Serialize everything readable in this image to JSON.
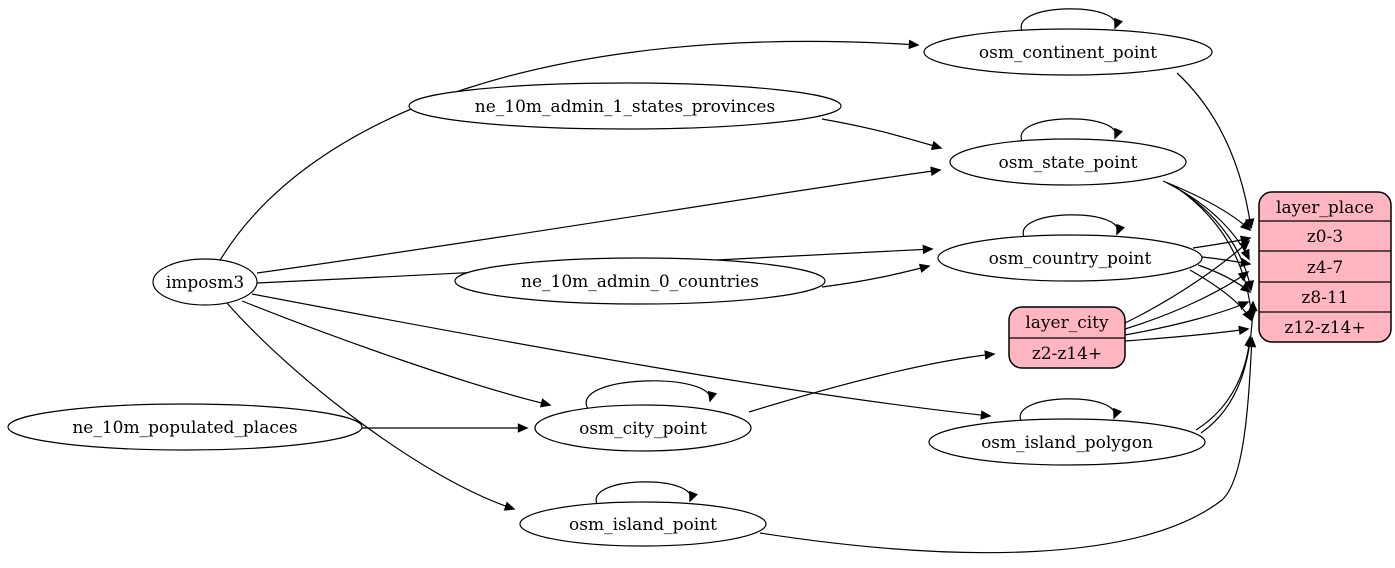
{
  "diagram": {
    "type": "etl-graph",
    "colors": {
      "record_fill": "#ffb6c1",
      "node_fill": "#ffffff",
      "stroke": "#000000"
    },
    "nodes": {
      "imposm3": {
        "label": "imposm3"
      },
      "ne_10m_admin_1_states_provinces": {
        "label": "ne_10m_admin_1_states_provinces"
      },
      "ne_10m_admin_0_countries": {
        "label": "ne_10m_admin_0_countries"
      },
      "ne_10m_populated_places": {
        "label": "ne_10m_populated_places"
      },
      "osm_continent_point": {
        "label": "osm_continent_point"
      },
      "osm_state_point": {
        "label": "osm_state_point"
      },
      "osm_country_point": {
        "label": "osm_country_point"
      },
      "osm_city_point": {
        "label": "osm_city_point"
      },
      "osm_island_polygon": {
        "label": "osm_island_polygon"
      },
      "osm_island_point": {
        "label": "osm_island_point"
      }
    },
    "records": {
      "layer_city": {
        "title": "layer_city",
        "rows": [
          "z2-z14+"
        ]
      },
      "layer_place": {
        "title": "layer_place",
        "rows": [
          "z0-3",
          "z4-7",
          "z8-11",
          "z12-z14+"
        ]
      }
    },
    "edges": [
      {
        "from": "imposm3",
        "to": "osm_continent_point"
      },
      {
        "from": "imposm3",
        "to": "osm_state_point"
      },
      {
        "from": "imposm3",
        "to": "osm_country_point"
      },
      {
        "from": "imposm3",
        "to": "osm_city_point"
      },
      {
        "from": "imposm3",
        "to": "osm_island_polygon"
      },
      {
        "from": "imposm3",
        "to": "osm_island_point"
      },
      {
        "from": "ne_10m_admin_1_states_provinces",
        "to": "osm_state_point"
      },
      {
        "from": "ne_10m_admin_0_countries",
        "to": "osm_country_point"
      },
      {
        "from": "ne_10m_populated_places",
        "to": "osm_city_point"
      },
      {
        "from": "osm_continent_point",
        "to": "osm_continent_point"
      },
      {
        "from": "osm_state_point",
        "to": "osm_state_point"
      },
      {
        "from": "osm_country_point",
        "to": "osm_country_point"
      },
      {
        "from": "osm_city_point",
        "to": "osm_city_point"
      },
      {
        "from": "osm_island_polygon",
        "to": "osm_island_polygon"
      },
      {
        "from": "osm_island_point",
        "to": "osm_island_point"
      },
      {
        "from": "osm_continent_point",
        "to": "layer_place",
        "port": "z0-3"
      },
      {
        "from": "osm_state_point",
        "to": "layer_place",
        "port": "z0-3"
      },
      {
        "from": "osm_state_point",
        "to": "layer_place",
        "port": "z4-7"
      },
      {
        "from": "osm_state_point",
        "to": "layer_place",
        "port": "z8-11"
      },
      {
        "from": "osm_state_point",
        "to": "layer_place",
        "port": "z12-z14+"
      },
      {
        "from": "osm_country_point",
        "to": "layer_place",
        "port": "z0-3"
      },
      {
        "from": "osm_country_point",
        "to": "layer_place",
        "port": "z4-7"
      },
      {
        "from": "osm_country_point",
        "to": "layer_place",
        "port": "z8-11"
      },
      {
        "from": "osm_country_point",
        "to": "layer_place",
        "port": "z12-z14+"
      },
      {
        "from": "osm_city_point",
        "to": "layer_city",
        "port": "z2-z14+"
      },
      {
        "from": "layer_city",
        "to": "layer_place",
        "port": "z0-3"
      },
      {
        "from": "layer_city",
        "to": "layer_place",
        "port": "z4-7"
      },
      {
        "from": "layer_city",
        "to": "layer_place",
        "port": "z8-11"
      },
      {
        "from": "layer_city",
        "to": "layer_place",
        "port": "z12-z14+"
      },
      {
        "from": "osm_island_polygon",
        "to": "layer_place",
        "port": "z8-11"
      },
      {
        "from": "osm_island_polygon",
        "to": "layer_place",
        "port": "z12-z14+"
      },
      {
        "from": "osm_island_point",
        "to": "layer_place",
        "port": "z12-z14+"
      }
    ]
  }
}
